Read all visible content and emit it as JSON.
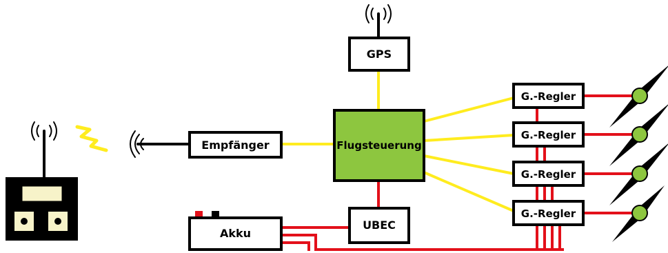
{
  "labels": {
    "gps": "GPS",
    "receiver": "Empfänger",
    "flight_controller": "Flugsteuerung",
    "ubec": "UBEC",
    "battery": "Akku",
    "esc_1": "G.-Regler",
    "esc_2": "G.-Regler",
    "esc_3": "G.-Regler",
    "esc_4": "G.-Regler"
  },
  "colors": {
    "signal_wire": "#ffec1f",
    "power_wire": "#e3101a",
    "flight_controller_fill": "#8dc63f",
    "motor_hub": "#8dc63f",
    "box_stroke": "#000000",
    "battery_terminal_positive": "#e3101a",
    "battery_terminal_negative": "#000000"
  },
  "icons": {
    "transmitter": "remote-control-icon",
    "radio_link": "lightning-signal-icon",
    "antenna": "antenna-icon",
    "propeller": "propeller-icon"
  }
}
